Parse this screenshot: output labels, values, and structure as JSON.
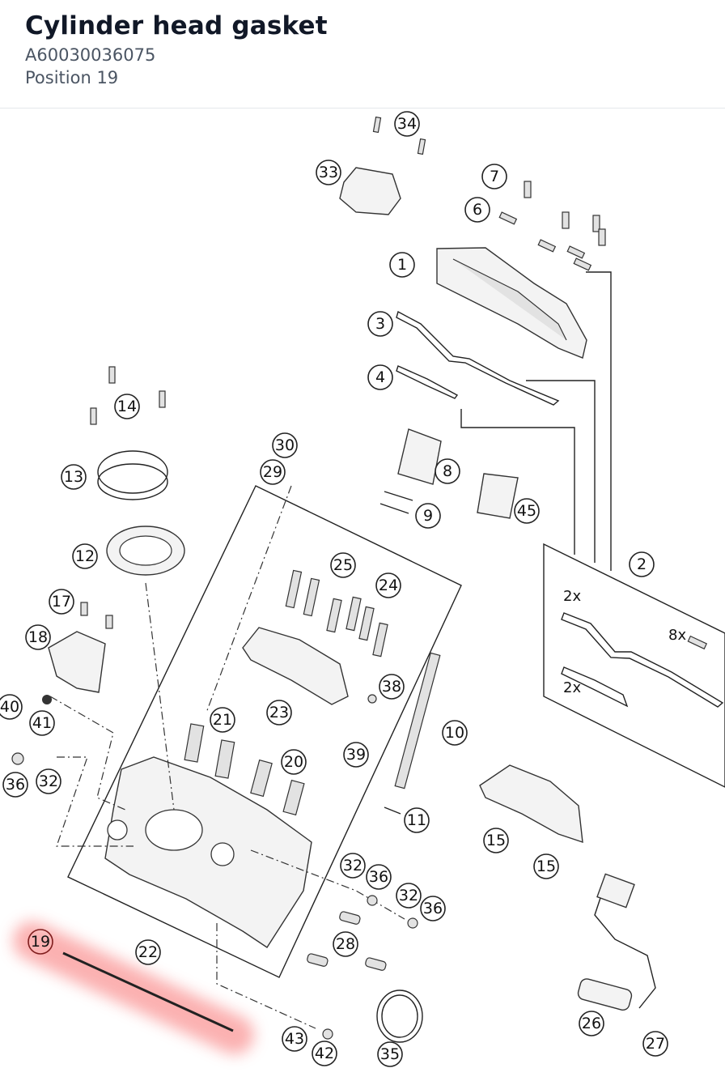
{
  "header": {
    "title": "Cylinder head gasket",
    "part_number": "A60030036075",
    "position": "Position 19"
  },
  "highlight": {
    "color": "#f87171",
    "part": "19"
  },
  "diagram": {
    "labels": [
      "34",
      "33",
      "7",
      "6",
      "1",
      "3",
      "4",
      "14",
      "30",
      "29",
      "8",
      "9",
      "45",
      "13",
      "12",
      "2",
      "25",
      "24",
      "17",
      "18",
      "38",
      "40",
      "41",
      "21",
      "23",
      "10",
      "36",
      "32",
      "20",
      "39",
      "11",
      "15",
      "15",
      "32",
      "36",
      "32",
      "36",
      "28",
      "19",
      "22",
      "26",
      "43",
      "42",
      "35",
      "27"
    ],
    "multipliers": [
      "2x",
      "8x",
      "2x"
    ]
  }
}
